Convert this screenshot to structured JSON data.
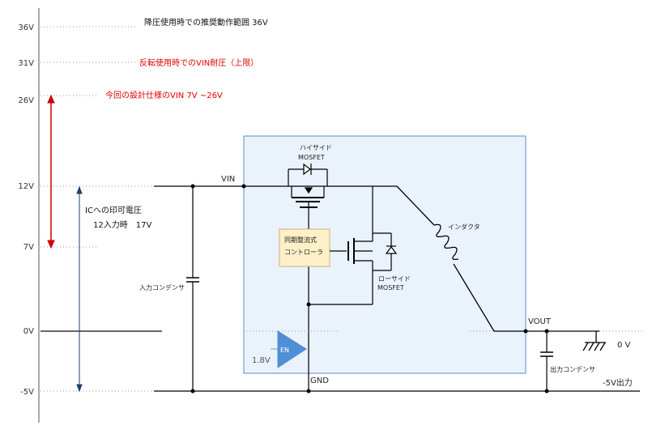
{
  "voltage_axis": {
    "levels": [
      {
        "label": "36V"
      },
      {
        "label": "31V"
      },
      {
        "label": "26V"
      },
      {
        "label": "12V"
      },
      {
        "label": "7V"
      },
      {
        "label": "0V"
      },
      {
        "label": "-5V"
      }
    ]
  },
  "notes": {
    "buck_range": "降圧使用時での推奨動作範囲 36V",
    "inverting_limit": "反転使用時でのVIN耐圧（上限）",
    "design_spec": "今回の設計仕様のVIN 7V ~26V",
    "ic_voltage_line1": "ICへの印可電圧",
    "ic_voltage_line2": "12入力時　17V"
  },
  "labels": {
    "vin": "VIN",
    "vout": "VOUT",
    "gnd": "GND",
    "zero_v": "0 V",
    "output_neg5": "-5V出力",
    "input_cap": "入力コンデンサ",
    "output_cap": "出力コンデンサ",
    "inductor": "インダクタ",
    "high_side_l1": "ハイサイド",
    "high_side_l2": "MOSFET",
    "low_side_l1": "ローサイド",
    "low_side_l2": "MOSFET",
    "controller_l1": "同期整流式",
    "controller_l2": "コントローラ",
    "en": "EN",
    "en_voltage": "1.8V"
  },
  "colors": {
    "ic_fill": "#eaf2fb",
    "ic_border": "#5b8fc7",
    "controller_fill": "#fdf0c8",
    "controller_border": "#c9b37a",
    "en_fill": "#4f8fd6",
    "red_arrow": "#cc0000",
    "blue_arrow": "#1f3f6e"
  }
}
